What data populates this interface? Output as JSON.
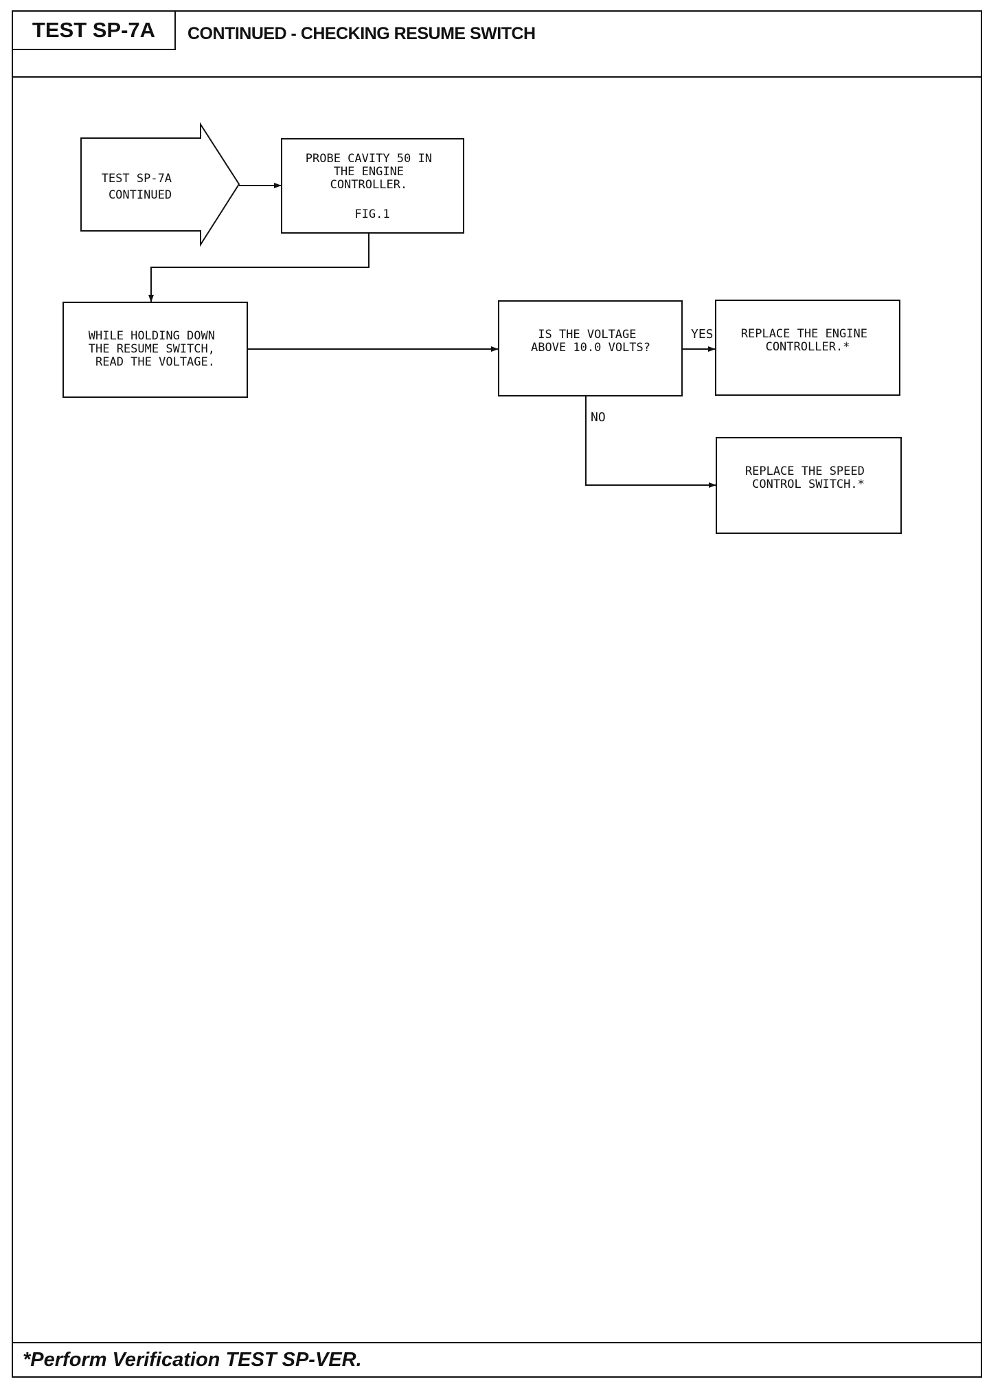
{
  "header": {
    "test_id": "TEST SP-7A",
    "title": "CONTINUED - CHECKING RESUME SWITCH"
  },
  "footer": {
    "note": "*Perform Verification TEST SP-VER."
  },
  "flow": {
    "start": [
      "TEST SP-7A",
      "CONTINUED"
    ],
    "probe": [
      "PROBE CAVITY 50 IN",
      "THE ENGINE",
      "CONTROLLER.",
      "",
      "FIG.1"
    ],
    "hold": [
      "WHILE HOLDING DOWN",
      "THE RESUME SWITCH,",
      "READ THE VOLTAGE."
    ],
    "question": [
      "IS THE VOLTAGE",
      "ABOVE 10.0 VOLTS?"
    ],
    "yes_action": [
      "REPLACE THE ENGINE",
      "CONTROLLER.*"
    ],
    "no_action": [
      "REPLACE THE SPEED",
      "CONTROL SWITCH.*"
    ],
    "yes_label": "YES",
    "no_label": "NO"
  }
}
